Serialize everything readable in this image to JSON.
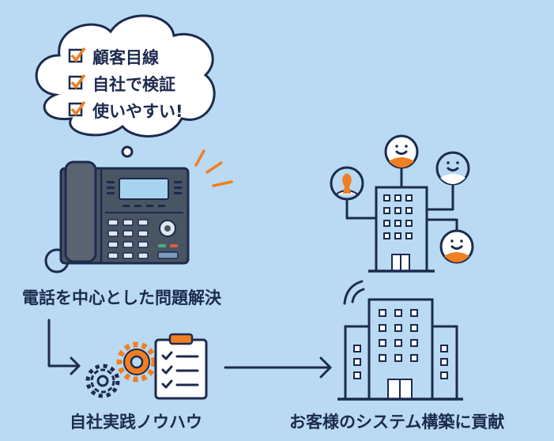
{
  "thought_bubble": {
    "items": [
      "顧客目線",
      "自社で検証",
      "使いやすい!"
    ]
  },
  "labels": {
    "phone": "電話を中心とした問題解決",
    "knowhow": "自社実践ノウハウ",
    "contribution": "お客様のシステム構築に貢献"
  },
  "colors": {
    "background": "#b9daf2",
    "navy": "#1c2a4e",
    "accent": "#f07f22"
  }
}
